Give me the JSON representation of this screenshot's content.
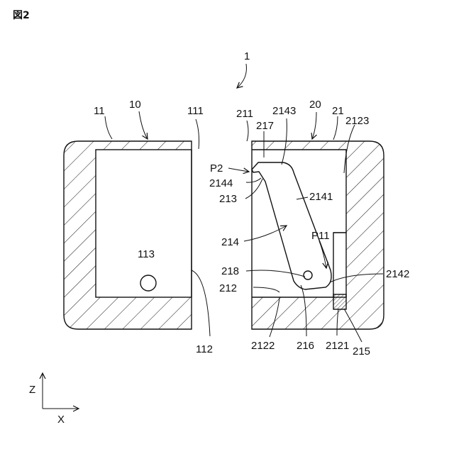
{
  "figure": {
    "title": "図2",
    "labels": {
      "l1": "1",
      "l10": "10",
      "l11": "11",
      "l111": "111",
      "l112": "112",
      "l113": "113",
      "l20": "20",
      "l21": "21",
      "l211": "211",
      "l2143": "2143",
      "l217": "217",
      "l2123": "2123",
      "lP2": "P2",
      "l2144": "2144",
      "l213": "213",
      "l2141": "2141",
      "l214": "214",
      "lP11": "P11",
      "l218": "218",
      "l2142": "2142",
      "l212": "212",
      "l2122": "2122",
      "l216": "216",
      "l2121": "2121",
      "l215": "215"
    },
    "axes": {
      "z": "Z",
      "x": "X"
    }
  }
}
